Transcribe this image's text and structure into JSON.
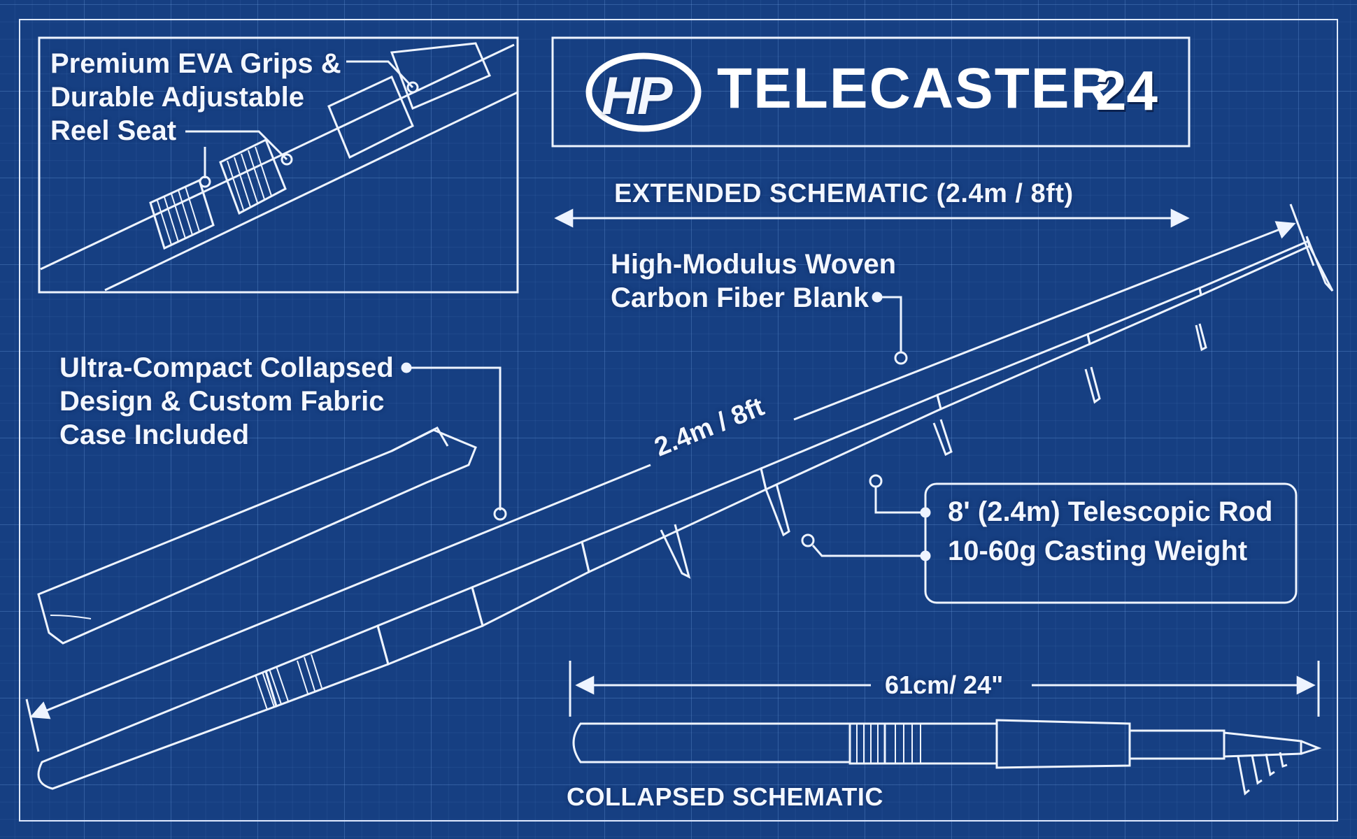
{
  "brand": {
    "logo_text": "HP",
    "title": "TELECASTER",
    "model_number": "24"
  },
  "callouts": {
    "grips": [
      "Premium EVA Grips &",
      "Durable Adjustable",
      "Reel Seat"
    ],
    "blank": [
      "High-Modulus Woven",
      "Carbon Fiber Blank"
    ],
    "case": [
      "Ultra-Compact Collapsed",
      "Design & Custom Fabric",
      "Case  Included"
    ],
    "specs": [
      "8' (2.4m) Telescopic Rod",
      "10-60g Casting Weight"
    ]
  },
  "dimensions": {
    "extended_label": "EXTENDED SCHEMATIC (2.4m / 8ft)",
    "rod_length": "2.4m / 8ft",
    "collapsed_length": "61cm/ 24\"",
    "collapsed_label": "COLLAPSED SCHEMATIC"
  },
  "colors": {
    "background": "#163f82",
    "line": "#eef4ff"
  }
}
